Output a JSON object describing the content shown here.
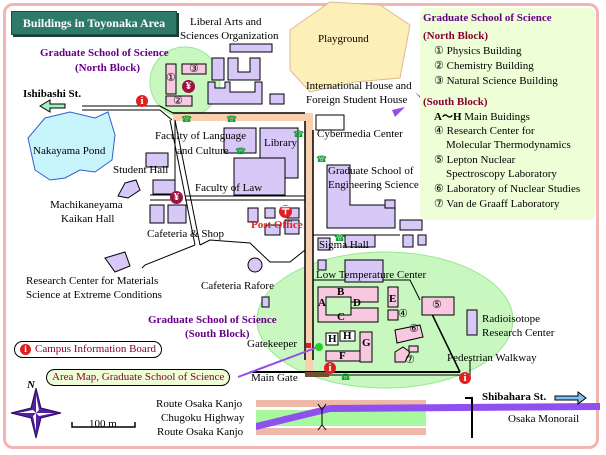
{
  "title": "Buildings in Toyonaka Area",
  "colors": {
    "frame": "#f4b4b4",
    "title_bg": "#2e7a68",
    "building": "#d8c8f8",
    "science_building": "#f8c8e0",
    "science_zone": "#c8f8c0",
    "pond": "#c8f4fc",
    "playground": "#fcf0b8",
    "road_main": "#f8d0b0",
    "highway_green": "#a8f8a0",
    "highway_pink": "#f0b8a8",
    "monorail": "#9050f0",
    "legend_bg": "#eeffd8",
    "info_red": "#e02020"
  },
  "labels": {
    "liberal_arts": [
      "Liberal Arts and",
      "Sciences Organization"
    ],
    "playground": "Playground",
    "gss_north": [
      "Graduate School of  Science",
      "(North Block)"
    ],
    "ishibashi": "Ishibashi St.",
    "international_house": [
      "International House and",
      "Foreign Student House"
    ],
    "cybermedia": "Cybermedia Center",
    "nakayama_pond": "Nakayama Pond",
    "faculty_language": [
      "Faculty of Language",
      "and Culture"
    ],
    "library": "Library",
    "student_hall": "Student Hall",
    "faculty_law": "Faculty of Law",
    "grad_engineering": [
      "Graduate School of",
      "Engineering Science"
    ],
    "machikaneyama": [
      "Machikaneyama",
      "Kaikan Hall"
    ],
    "post_office": "Post Office",
    "cafeteria_shop": "Cafeteria & Shop",
    "sigma_hall": "Sigma Hall",
    "low_temp": "Low Temperature Center",
    "research_materials": [
      "Research Center for Materials",
      "Science at Extreme Conditions"
    ],
    "cafeteria_rafore": "Cafeteria Rafore",
    "gss_south": [
      "Graduate School of  Science",
      "(South Block)"
    ],
    "radioisotope": [
      "Radioisotope",
      "Research Center"
    ],
    "gatekeeper": "Gatekeeper",
    "pedestrian": "Pedestrian Walkway",
    "main_gate": "Main Gate",
    "shibahara": "Shibahara St.",
    "route_osaka1": "Route Osaka Kanjo",
    "chugoku": "Chugoku Highway",
    "route_osaka2": "Route Osaka Kanjo",
    "osaka_monorail": "Osaka Monorail",
    "scale": "100 m",
    "north": "N",
    "campus_info": "Campus Information Board",
    "area_map": "Area Map, Graduate School of Science",
    "bldg_letters": [
      "A",
      "B",
      "C",
      "D",
      "E",
      "F",
      "G",
      "H",
      "H"
    ],
    "bldg_numbers": [
      "①",
      "②",
      "③",
      "④",
      "⑤",
      "⑥",
      "⑦"
    ]
  },
  "legend": {
    "title": "Graduate School of  Science",
    "north_heading": "(North Block)",
    "north_items": [
      "① Physics Building",
      "② Chemistry Building",
      "③ Natural Science Building"
    ],
    "south_heading": "(South Block)",
    "south_items": [
      {
        "sym": "A〜H",
        "text": " Main Buidings"
      },
      {
        "sym": "④",
        "text": " Research Center for"
      },
      {
        "sym": "",
        "text": "Molecular Thermodynamics"
      },
      {
        "sym": "⑤",
        "text": " Lepton Nuclear"
      },
      {
        "sym": "",
        "text": "Spectroscopy Laboratory"
      },
      {
        "sym": "⑥",
        "text": " Laboratory of Nuclear Studies"
      },
      {
        "sym": "⑦",
        "text": " Van  de Graaff Laboratory"
      }
    ]
  },
  "icons": {
    "info": "i",
    "yen": "¥",
    "post": "〒",
    "phone": "☎"
  }
}
